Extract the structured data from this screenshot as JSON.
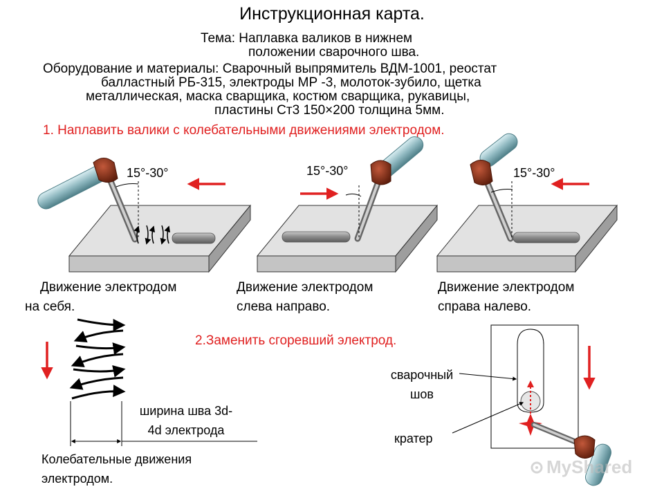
{
  "header": {
    "title": "Инструкционная карта.",
    "topic_line1": "Тема: Наплавка валиков в нижнем",
    "topic_line2": "положении сварочного шва.",
    "equipment_line1": "Оборудование и материалы: Сварочный выпрямитель ВДМ-1001, реостат",
    "equipment_line2": "балластный РБ-315, электроды МР -3, молоток-зубило, щетка",
    "equipment_line3": "металлическая, маска сварщика, костюм сварщика, рукавицы,",
    "equipment_line4": "пластины Ст3 150×200 толщина 5мм."
  },
  "steps": {
    "step1": "1. Наплавить валики с колебательными движениями электродом.",
    "step2": "2.Заменить сгоревший электрод."
  },
  "figures": [
    {
      "angle": "15°-30°",
      "caption_line1": "Движение электродом",
      "caption_line2": "на себя."
    },
    {
      "angle": "15°-30°",
      "caption_line1": "Движение электродом",
      "caption_line2": "слева направо."
    },
    {
      "angle": "15°-30°",
      "caption_line1": "Движение электродом",
      "caption_line2": "справа налево."
    }
  ],
  "oscillation": {
    "width_line1": "ширина шва 3d-",
    "width_line2": "4d электрода",
    "caption_line1": "Колебательные движения",
    "caption_line2": "электродом."
  },
  "replacement": {
    "seam_line1": "сварочный",
    "seam_line2": "шов",
    "crater": "кратер"
  },
  "watermark": "MyShared",
  "colors": {
    "arrow_red": "#e02020",
    "electrode_holder": "#8b2f14",
    "rod_teal": "#8fb8c0",
    "plate_gray": "#d2d2d2"
  }
}
